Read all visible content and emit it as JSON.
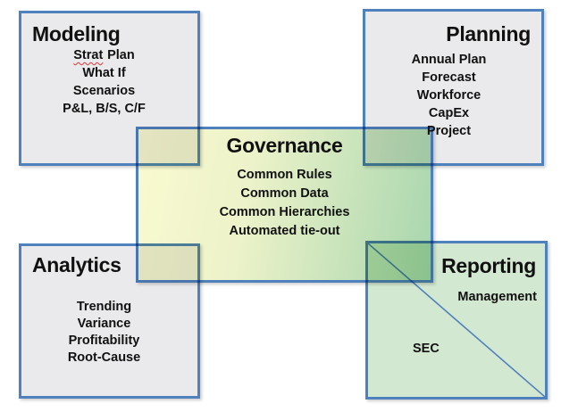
{
  "boxes": {
    "modeling": {
      "title": "Modeling",
      "items": [
        "Strat Plan",
        "What If",
        "Scenarios",
        "P&L, B/S, C/F"
      ],
      "spellcheck": {
        "underlined_word": "Strat",
        "rest": "Plan"
      }
    },
    "planning": {
      "title": "Planning",
      "items": [
        "Annual Plan",
        "Forecast",
        "Workforce",
        "CapEx",
        "Project"
      ]
    },
    "governance": {
      "title": "Governance",
      "items": [
        "Common Rules",
        "Common Data",
        "Common Hierarchies",
        "Automated tie-out"
      ]
    },
    "analytics": {
      "title": "Analytics",
      "items": [
        "Trending",
        "Variance",
        "Profitability",
        "Root-Cause"
      ]
    },
    "reporting": {
      "title": "Reporting",
      "upper_label": "Management",
      "lower_label": "SEC"
    }
  },
  "colors": {
    "box_border": "#4f81bd",
    "gray_fill": "#eaeaec",
    "reporting_fill": "#d3e8d0",
    "governance_gradient_start": "#fafad0",
    "governance_gradient_end": "#a8d6ae",
    "diagonal_line": "#4f81bd",
    "spellcheck_underline": "#e03434",
    "text": "#111111"
  }
}
